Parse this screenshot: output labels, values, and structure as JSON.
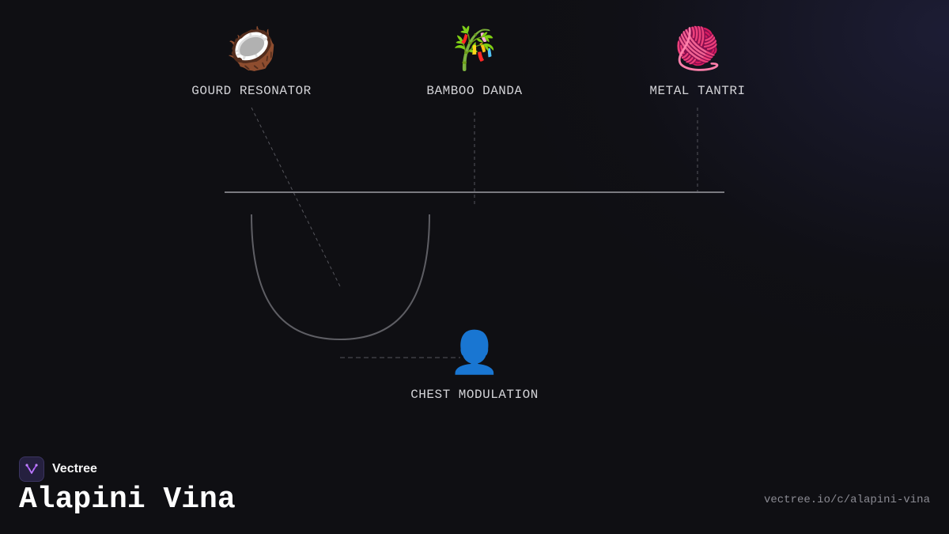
{
  "diagram": {
    "nodes": {
      "gourd": {
        "icon": "🥥",
        "icon_name": "coconut-icon",
        "label": "GOURD RESONATOR"
      },
      "bamboo": {
        "icon": "🎋",
        "icon_name": "bamboo-icon",
        "label": "BAMBOO DANDA"
      },
      "tantri": {
        "icon": "🧶",
        "icon_name": "yarn-icon",
        "label": "METAL TANTRI"
      },
      "chest": {
        "icon": "👤",
        "icon_name": "person-silhouette-icon",
        "label": "CHEST MODULATION"
      }
    },
    "colors": {
      "connector": "#55555c",
      "string": "#7a7a80",
      "gourd_outline": "#5e5e64"
    }
  },
  "brand": {
    "name": "Vectree",
    "icon_name": "vectree-logo-icon",
    "accent": "#a855f7"
  },
  "page": {
    "title": "Alapini Vina",
    "url": "vectree.io/c/alapini-vina"
  }
}
